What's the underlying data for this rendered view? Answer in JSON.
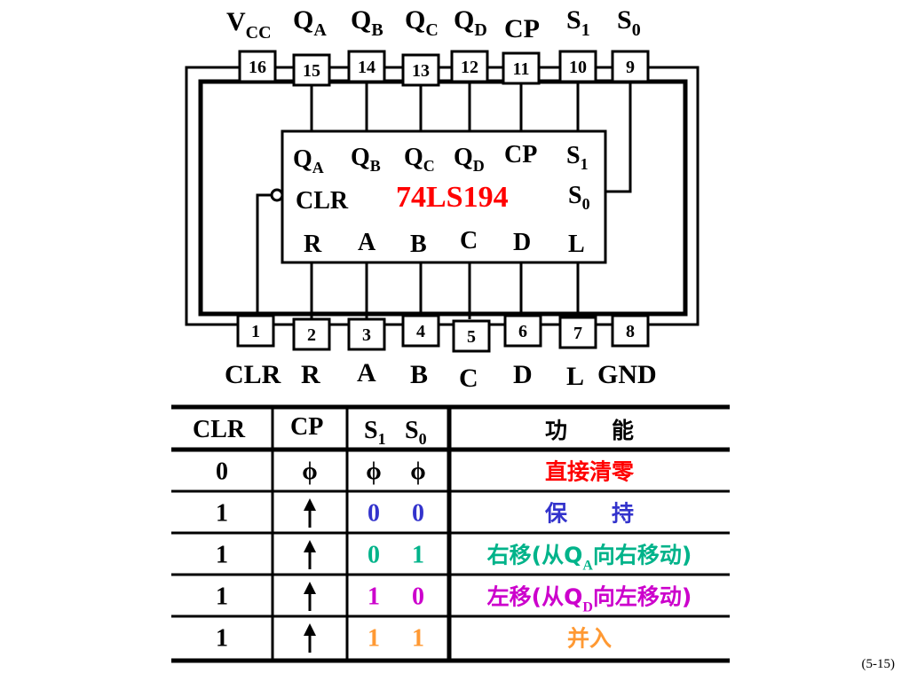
{
  "top_labels": [
    {
      "main": "V",
      "sub": "CC"
    },
    {
      "main": "Q",
      "sub": "A"
    },
    {
      "main": "Q",
      "sub": "B"
    },
    {
      "main": "Q",
      "sub": "C"
    },
    {
      "main": "Q",
      "sub": "D"
    },
    {
      "main": "CP",
      "sub": ""
    },
    {
      "main": "S",
      "sub": "1"
    },
    {
      "main": "S",
      "sub": "0"
    }
  ],
  "top_pins": [
    "16",
    "15",
    "14",
    "13",
    "12",
    "11",
    "10",
    "9"
  ],
  "bottom_pins": [
    "1",
    "2",
    "3",
    "4",
    "5",
    "6",
    "7",
    "8"
  ],
  "bottom_labels": [
    "CLR",
    "R",
    "A",
    "B",
    "C",
    "D",
    "L",
    "GND"
  ],
  "chip": {
    "name": "74LS194",
    "name_color": "#ff0000",
    "top_row": [
      {
        "main": "Q",
        "sub": "A"
      },
      {
        "main": "Q",
        "sub": "B"
      },
      {
        "main": "Q",
        "sub": "C"
      },
      {
        "main": "Q",
        "sub": "D"
      },
      {
        "main": "CP",
        "sub": ""
      },
      {
        "main": "S",
        "sub": "1"
      }
    ],
    "clr": "CLR",
    "s0": {
      "main": "S",
      "sub": "0"
    },
    "bottom_row": [
      "R",
      "A",
      "B",
      "C",
      "D",
      "L"
    ]
  },
  "table": {
    "headers": {
      "clr": "CLR",
      "cp": "CP",
      "s1": {
        "main": "S",
        "sub": "1"
      },
      "s0": {
        "main": "S",
        "sub": "0"
      },
      "function": "功　　能"
    },
    "rows": [
      {
        "clr": "0",
        "cp": "ϕ",
        "s1": "ϕ",
        "s0": "ϕ",
        "s_color": "#000000",
        "func": [
          {
            "text": "直接清零"
          }
        ],
        "func_color": "#ff0000"
      },
      {
        "clr": "1",
        "cp": "up-arrow-icon",
        "s1": "0",
        "s0": "0",
        "s_color": "#3333cc",
        "func": [
          {
            "text": "保　　持"
          }
        ],
        "func_color": "#3333cc"
      },
      {
        "clr": "1",
        "cp": "up-arrow-icon",
        "s1": "0",
        "s0": "1",
        "s_color": "#00b38a",
        "func": [
          {
            "text": "右移(从Q"
          },
          {
            "text": "A",
            "sub": true
          },
          {
            "text": "向右移动)"
          }
        ],
        "func_color": "#00b38a"
      },
      {
        "clr": "1",
        "cp": "up-arrow-icon",
        "s1": "1",
        "s0": "0",
        "s_color": "#cc00cc",
        "func": [
          {
            "text": "左移(从Q"
          },
          {
            "text": "D",
            "sub": true
          },
          {
            "text": "向左移动)"
          }
        ],
        "func_color": "#cc00cc"
      },
      {
        "clr": "1",
        "cp": "up-arrow-icon",
        "s1": "1",
        "s0": "1",
        "s_color": "#ff9933",
        "func": [
          {
            "text": "并入"
          }
        ],
        "func_color": "#ff9933"
      }
    ]
  },
  "page_number": "(5-15)"
}
